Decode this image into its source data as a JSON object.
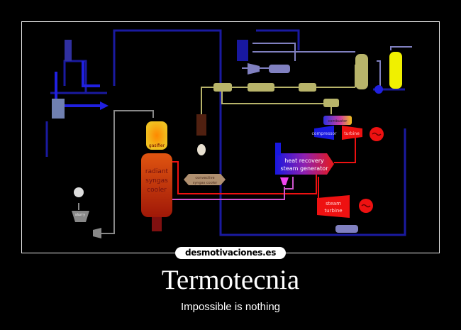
{
  "poster": {
    "title": "Termotecnia",
    "subtitle": "Impossible is nothing",
    "watermark": "desmotivaciones.es"
  },
  "diagram": {
    "labels": {
      "gasifier": "gasifier",
      "radiant_1": "radiant",
      "radiant_2": "syngas",
      "radiant_3": "cooler",
      "convective_1": "convective",
      "convective_2": "syngas cooler",
      "combustor": "combustor",
      "compressor": "compressor",
      "turbine": "turbine",
      "hrsg_1": "heat recovery",
      "hrsg_2": "steam generator",
      "steam_turbine_1": "steam",
      "steam_turbine_2": "turbine",
      "slurry": "slurry"
    },
    "colors": {
      "background": "#000000",
      "blue": "#1a1ad0",
      "khaki": "#b8b46a",
      "red": "#ee1111",
      "magenta": "#cc55cc",
      "yellow": "#f0f000"
    }
  }
}
